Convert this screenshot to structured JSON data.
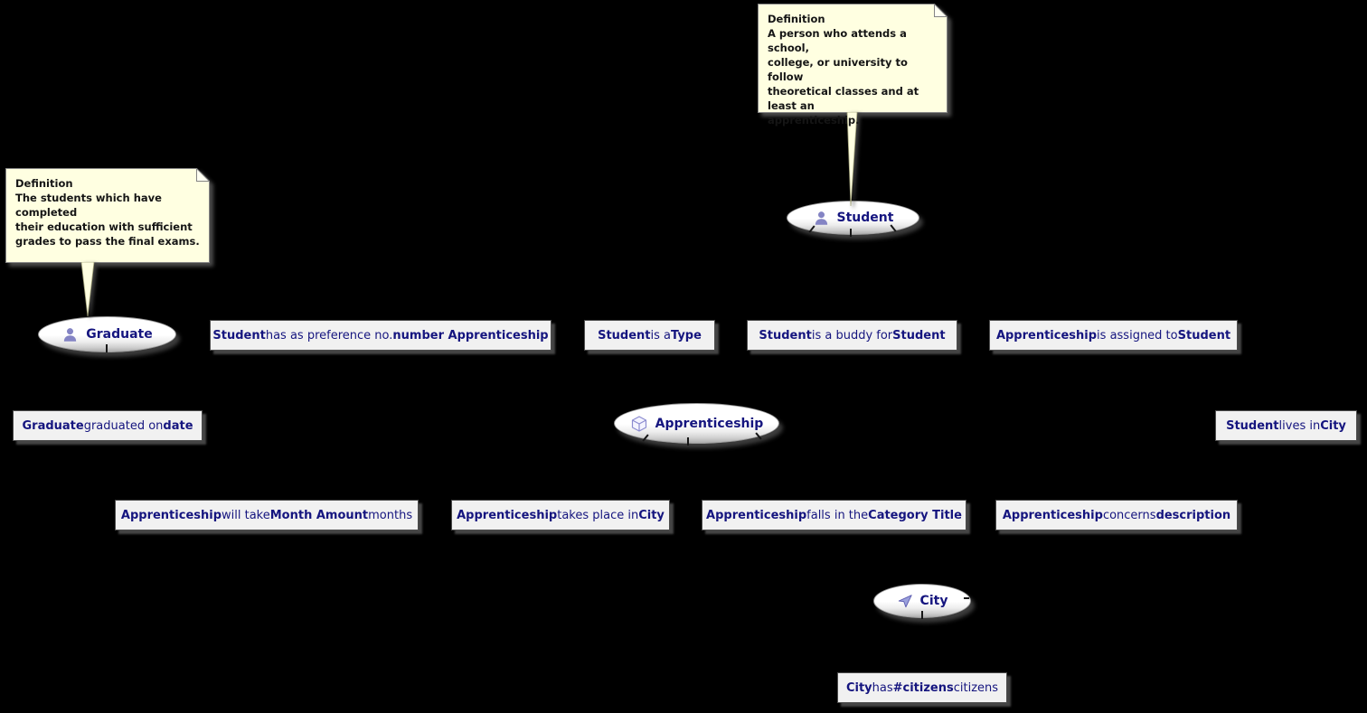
{
  "diagram": {
    "type": "ORM-style concept diagram",
    "background": "#000000"
  },
  "colors": {
    "fact_text_navy": "#15157f",
    "fact_fill": "#f1f1f1",
    "fact_border": "#4d4d4d",
    "note_fill": "#ffffe1",
    "note_border": "#848484",
    "entity_fill_top": "#ffffff",
    "entity_fill_bottom": "#adadad",
    "icon_purple": "#8484c4"
  },
  "notes": {
    "student": {
      "title": "Definition",
      "body": "A person who attends a school,\ncollege, or university to follow\ntheoretical classes and at least an\napprenticeship."
    },
    "graduate": {
      "title": "Definition",
      "body": "The students which have completed\ntheir education with sufficient\ngrades to pass the final exams."
    }
  },
  "entities": {
    "student": {
      "label": "Student",
      "icon": "person-icon"
    },
    "graduate": {
      "label": "Graduate",
      "icon": "person-icon"
    },
    "apprenticeship": {
      "label": "Apprenticeship",
      "icon": "cube-icon"
    },
    "city": {
      "label": "City",
      "icon": "cursor-icon"
    }
  },
  "facts": {
    "student_preference": {
      "segments": [
        {
          "text": "Student",
          "bold": true
        },
        {
          "text": " has as preference no. ",
          "bold": false
        },
        {
          "text": "number Apprenticeship",
          "bold": true
        }
      ]
    },
    "student_type": {
      "segments": [
        {
          "text": "Student",
          "bold": true
        },
        {
          "text": " is a ",
          "bold": false
        },
        {
          "text": "Type",
          "bold": true
        }
      ]
    },
    "student_buddy": {
      "segments": [
        {
          "text": "Student",
          "bold": true
        },
        {
          "text": " is a buddy for ",
          "bold": false
        },
        {
          "text": "Student",
          "bold": true
        }
      ]
    },
    "appr_assigned": {
      "segments": [
        {
          "text": "Apprenticeship",
          "bold": true
        },
        {
          "text": " is assigned to ",
          "bold": false
        },
        {
          "text": "Student",
          "bold": true
        }
      ]
    },
    "graduate_graduated": {
      "segments": [
        {
          "text": "Graduate",
          "bold": true
        },
        {
          "text": " graduated on ",
          "bold": false
        },
        {
          "text": "date",
          "bold": true
        }
      ]
    },
    "student_lives": {
      "segments": [
        {
          "text": "Student",
          "bold": true
        },
        {
          "text": " lives in ",
          "bold": false
        },
        {
          "text": "City",
          "bold": true
        }
      ]
    },
    "appr_months": {
      "segments": [
        {
          "text": "Apprenticeship",
          "bold": true
        },
        {
          "text": " will take ",
          "bold": false
        },
        {
          "text": "Month Amount",
          "bold": true
        },
        {
          "text": " months",
          "bold": false
        }
      ]
    },
    "appr_place": {
      "segments": [
        {
          "text": "Apprenticeship",
          "bold": true
        },
        {
          "text": " takes place in ",
          "bold": false
        },
        {
          "text": "City",
          "bold": true
        }
      ]
    },
    "appr_category": {
      "segments": [
        {
          "text": "Apprenticeship",
          "bold": true
        },
        {
          "text": " falls in the ",
          "bold": false
        },
        {
          "text": "Category Title",
          "bold": true
        }
      ]
    },
    "appr_description": {
      "segments": [
        {
          "text": "Apprenticeship",
          "bold": true
        },
        {
          "text": " concerns ",
          "bold": false
        },
        {
          "text": "description",
          "bold": true
        }
      ]
    },
    "city_citizens": {
      "segments": [
        {
          "text": "City",
          "bold": true
        },
        {
          "text": " has ",
          "bold": false
        },
        {
          "text": "#citizens",
          "bold": true
        },
        {
          "text": " citizens",
          "bold": false
        }
      ]
    }
  }
}
